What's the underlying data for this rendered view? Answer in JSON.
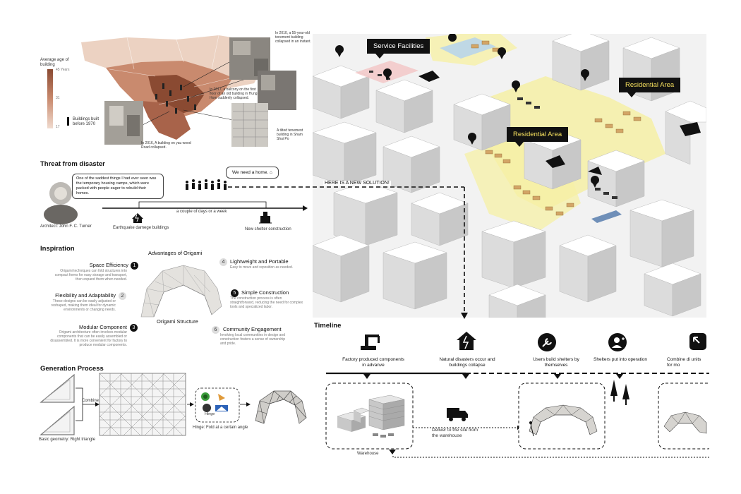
{
  "map": {
    "legend_title": "Average age of building",
    "legend_max": "45 Years",
    "legend_mid": "31",
    "legend_min": "17",
    "legend_buildings": "Buildings built before 1970",
    "ann_2010": "In 2010, a 55-year-old tenement building collapsed in an instant.",
    "ann_2017": "In 2017, a balcony on the first floor of an old building in Hung Hom suddenly collapsed.",
    "ann_tilted": "A tilted tenement building in Sham Shui Po",
    "ann_2016": "In 2016, A building on yau wood Road collapsed.",
    "colors": {
      "dark": "#8a4a32",
      "mid": "#c98a6e",
      "light": "#ecd2c2"
    }
  },
  "threat": {
    "title": "Threat from disaster",
    "quote": "One of the saddest things I had ever seen was the temporary housing camps, which were packed with people eager to rebuild their homes.",
    "architect": "Architect: John F. C. Turner",
    "home_bubble": "We need a home.",
    "duration": "a couple of days or a week",
    "earthquake": "Earthquake damege buildings",
    "new_shelter": "New shelter construction",
    "new_solution": "HERE IS A NEW SOLUTION!"
  },
  "inspiration": {
    "title": "Inspiration",
    "advantages_title": "Advantages of Origami",
    "structure_label": "Origami Structure",
    "features": [
      {
        "num": "1",
        "title": "Space Efficiency",
        "desc": "Origami techniques can fold structures into compact forms for easy storage and transport, then expand them when needed."
      },
      {
        "num": "2",
        "title": "Flexibility and Adaptability",
        "desc": "These designs can be easily adjusted or reshaped, making them ideal for dynamic environments or changing needs."
      },
      {
        "num": "3",
        "title": "Modular Component",
        "desc": "Origami architecture often involves modular components that can be easily assembled or disassembled. It is more convenient for factory to produce modular components."
      },
      {
        "num": "4",
        "title": "Lightweight and Portable",
        "desc": "Easy to move and reposition as needed."
      },
      {
        "num": "5",
        "title": "Simple Construction",
        "desc": "The construction process is often straightforward, reducing the need for complex tools and specialized labor."
      },
      {
        "num": "6",
        "title": "Community Engagement",
        "desc": "Involving local communities in design and construction fosters a sense of ownership and pride."
      }
    ]
  },
  "generation": {
    "title": "Generation Process",
    "basic": "Basic geometry: Right triangle",
    "combine": "Combine",
    "hinge": "Hinge",
    "hinge_desc": "Hinge: Fold at a certain angle"
  },
  "city": {
    "service": "Service Facilities",
    "residential_1": "Residential Area",
    "residential_2": "Residential Area"
  },
  "timeline": {
    "title": "Timeline",
    "steps": [
      {
        "label": "Factory produced components in advanve"
      },
      {
        "label": "Natural disasters occur and buildings collapse"
      },
      {
        "label": "Users build shelters by themselves"
      },
      {
        "label": "Shelters put into operation"
      },
      {
        "label": "Combine di units for mo"
      }
    ],
    "warehouse": "Warehouse",
    "deliver": "Deliver to the site from the warehouse"
  }
}
